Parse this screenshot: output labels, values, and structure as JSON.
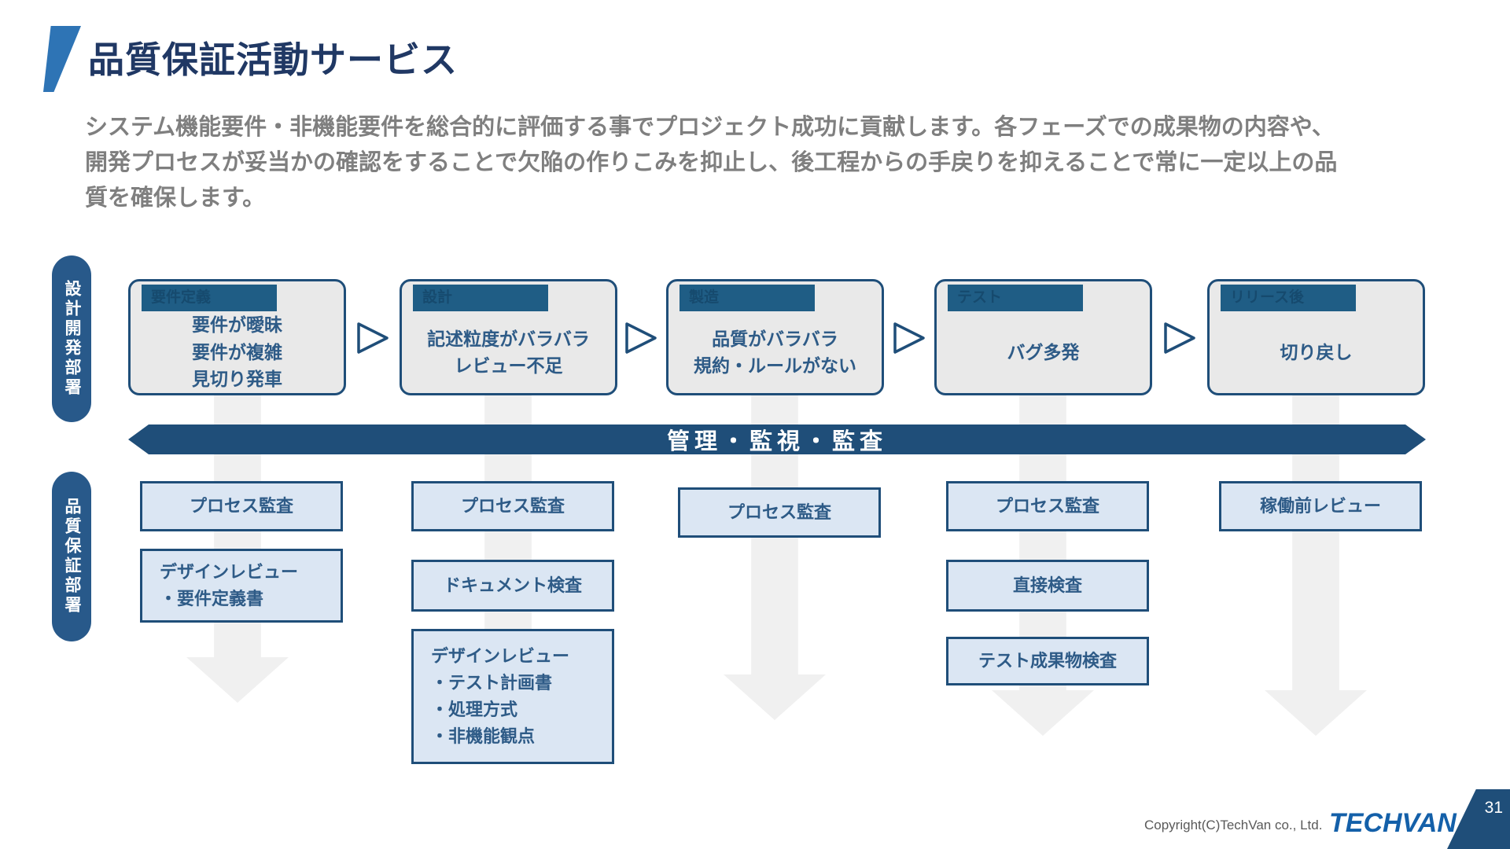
{
  "header": {
    "title": "品質保証活動サービス",
    "description_lines": [
      "システム機能要件・非機能要件を総合的に評価する事でプロジェクト成功に貢献します。各フェーズでの成果物の内容や、",
      "開発プロセスが妥当かの確認をすることで欠陥の作りこみを抑止し、後工程からの手戻りを抑えることで常に一定以上の品",
      "質を確保します。"
    ]
  },
  "lanes": [
    {
      "label": "設計開発部署"
    },
    {
      "label": "品質保証部署"
    }
  ],
  "banner": {
    "label": "管理・監視・監査"
  },
  "phases": [
    {
      "name": "要件定義",
      "issues": [
        "要件が曖昧",
        "要件が複雑",
        "見切り発車"
      ]
    },
    {
      "name": "設計",
      "issues": [
        "記述粒度がバラバラ",
        "レビュー不足"
      ]
    },
    {
      "name": "製造",
      "issues": [
        "品質がバラバラ",
        "規約・ルールがない"
      ]
    },
    {
      "name": "テスト",
      "issues": [
        "バグ多発"
      ]
    },
    {
      "name": "リリース後",
      "issues": [
        "切り戻し"
      ]
    }
  ],
  "qa_boxes": [
    {
      "column": 1,
      "lines": [
        "プロセス監査"
      ]
    },
    {
      "column": 1,
      "lines": [
        "デザインレビュー",
        "・要件定義書"
      ]
    },
    {
      "column": 2,
      "lines": [
        "プロセス監査"
      ]
    },
    {
      "column": 2,
      "lines": [
        "ドキュメント検査"
      ]
    },
    {
      "column": 2,
      "lines": [
        "デザインレビュー",
        "・テスト計画書",
        "・処理方式",
        "・非機能観点"
      ]
    },
    {
      "column": 3,
      "lines": [
        "プロセス監査"
      ]
    },
    {
      "column": 4,
      "lines": [
        "プロセス監査"
      ]
    },
    {
      "column": 4,
      "lines": [
        "直接検査"
      ]
    },
    {
      "column": 4,
      "lines": [
        "テスト成果物検査"
      ]
    },
    {
      "column": 5,
      "lines": [
        "稼働前レビュー"
      ]
    }
  ],
  "footer": {
    "copyright": "Copyright(C)TechVan co., Ltd.",
    "logo": "TECHVAN",
    "page_number": "31"
  },
  "colors": {
    "accent_blue": "#2e74b5",
    "navy": "#1f4e79",
    "teal_header": "#1f5d85",
    "box_text_navy": "#2e5b87",
    "light_blue_box": "#dbe6f3",
    "gray_box": "#e9e9e9",
    "body_gray": "#7f7f7f",
    "logo_blue": "#1460a9",
    "pale_arrow": "#f0f0f0"
  }
}
